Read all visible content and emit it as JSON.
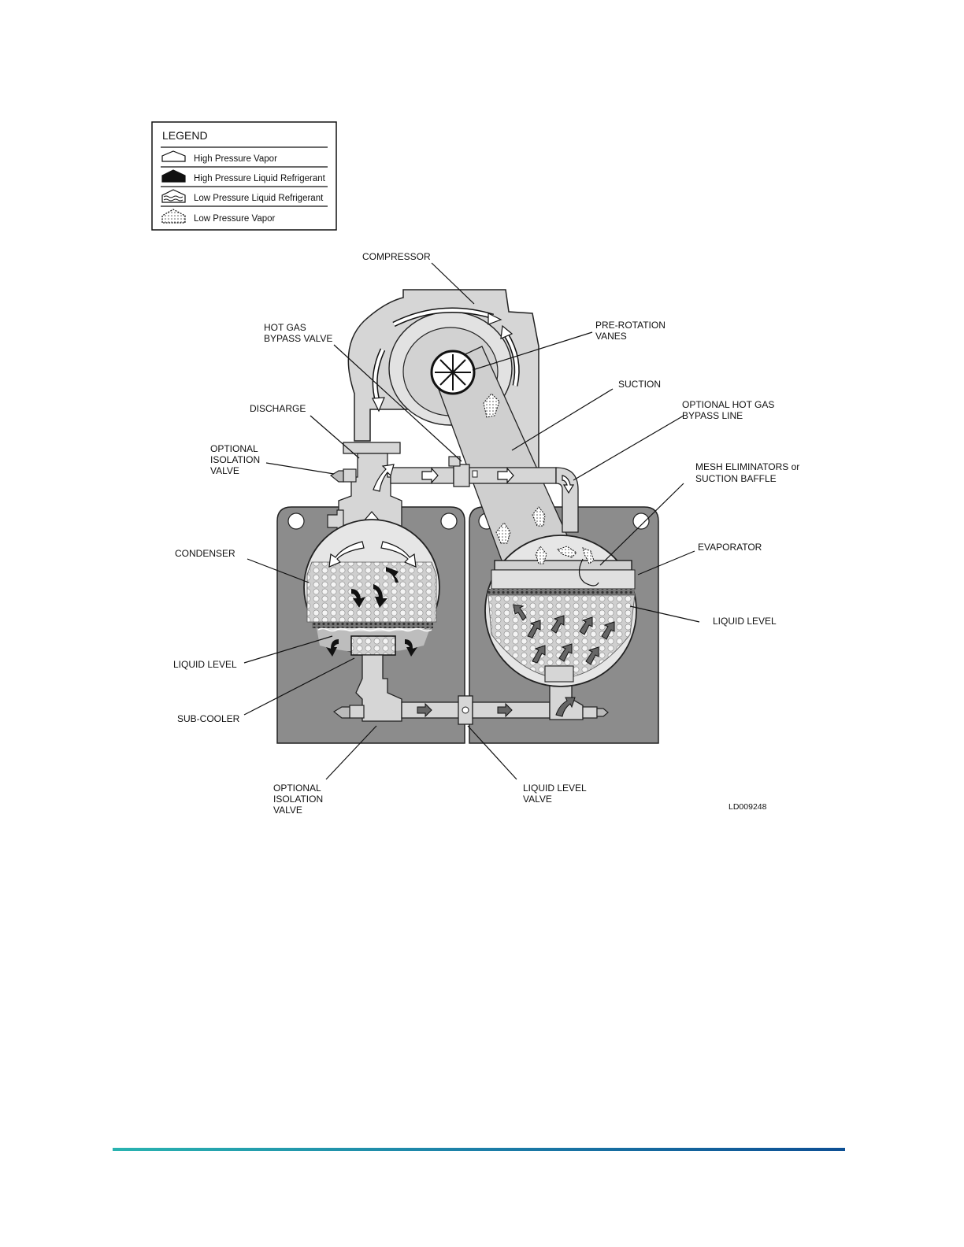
{
  "legend": {
    "title": "LEGEND",
    "items": [
      {
        "label": "High Pressure Vapor",
        "icon": "outline-arrow-icon"
      },
      {
        "label": "High Pressure Liquid Refrigerant",
        "icon": "solid-arrow-icon"
      },
      {
        "label": "Low Pressure Liquid Refrigerant",
        "icon": "wavy-arrow-icon"
      },
      {
        "label": "Low Pressure Vapor",
        "icon": "dotted-arrow-icon"
      }
    ]
  },
  "labels": {
    "compressor": "COMPRESSOR",
    "hot_gas_1": "HOT GAS",
    "hot_gas_2": "BYPASS VALVE",
    "pre_rot_1": "PRE-ROTATION",
    "pre_rot_2": "VANES",
    "suction": "SUCTION",
    "discharge": "DISCHARGE",
    "opt_bypass_1": "OPTIONAL HOT GAS",
    "opt_bypass_2": "BYPASS LINE",
    "iso_top_1": "OPTIONAL",
    "iso_top_2": "ISOLATION",
    "iso_top_3": "VALVE",
    "mesh_1": "MESH ELIMINATORS or",
    "mesh_2": "SUCTION BAFFLE",
    "condenser": "CONDENSER",
    "evaporator": "EVAPORATOR",
    "liquid_level_right": "LIQUID LEVEL",
    "liquid_level_left": "LIQUID LEVEL",
    "sub_cooler": "SUB-COOLER",
    "iso_bot_1": "OPTIONAL",
    "iso_bot_2": "ISOLATION",
    "iso_bot_3": "VALVE",
    "llv_1": "LIQUID LEVEL",
    "llv_2": "VALVE",
    "code": "LD009248"
  },
  "colors": {
    "panel": "#8c8c8c",
    "body": "#d4d4d4",
    "liquid": "#bdbdbd",
    "accent_rule_start": "#29b3b0",
    "accent_rule_end": "#0d4f94"
  }
}
